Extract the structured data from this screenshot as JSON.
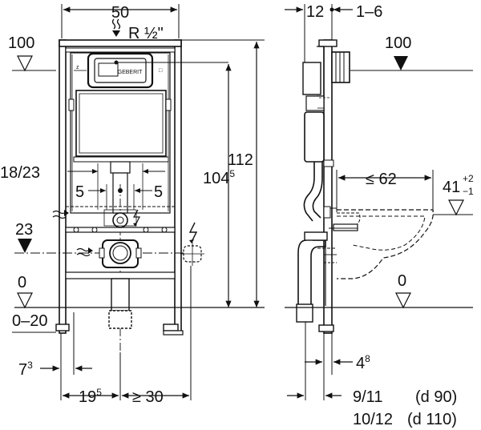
{
  "front": {
    "width_label": "50",
    "water_label": "R ½\"",
    "height_main": "112",
    "height_frame_base": "104",
    "height_frame_sup": "5",
    "level_top_left": "100",
    "level_23": "23",
    "level_0": "0",
    "level_range": "0–20",
    "bolt_spacing": "18/23",
    "offset_left": "5",
    "offset_right": "5",
    "bottom_left_base": "7",
    "bottom_left_sup": "3",
    "bottom_mid_base": "19",
    "bottom_mid_sup": "5",
    "bottom_gap": "≥ 30",
    "button_brand": "GEBERIT"
  },
  "side": {
    "top_offset": "12",
    "top_range": "1–6",
    "level_top_right": "100",
    "depth_label": "≤ 62",
    "bowl_height_base": "41",
    "tol_plus": "+2",
    "tol_minus": "−1",
    "level_0": "0",
    "pipe_offset_base": "4",
    "pipe_offset_sup": "8",
    "dim_small": "9/11",
    "dim_small_note": "(d 90)",
    "dim_large": "10/12",
    "dim_large_note": "(d 110)"
  }
}
